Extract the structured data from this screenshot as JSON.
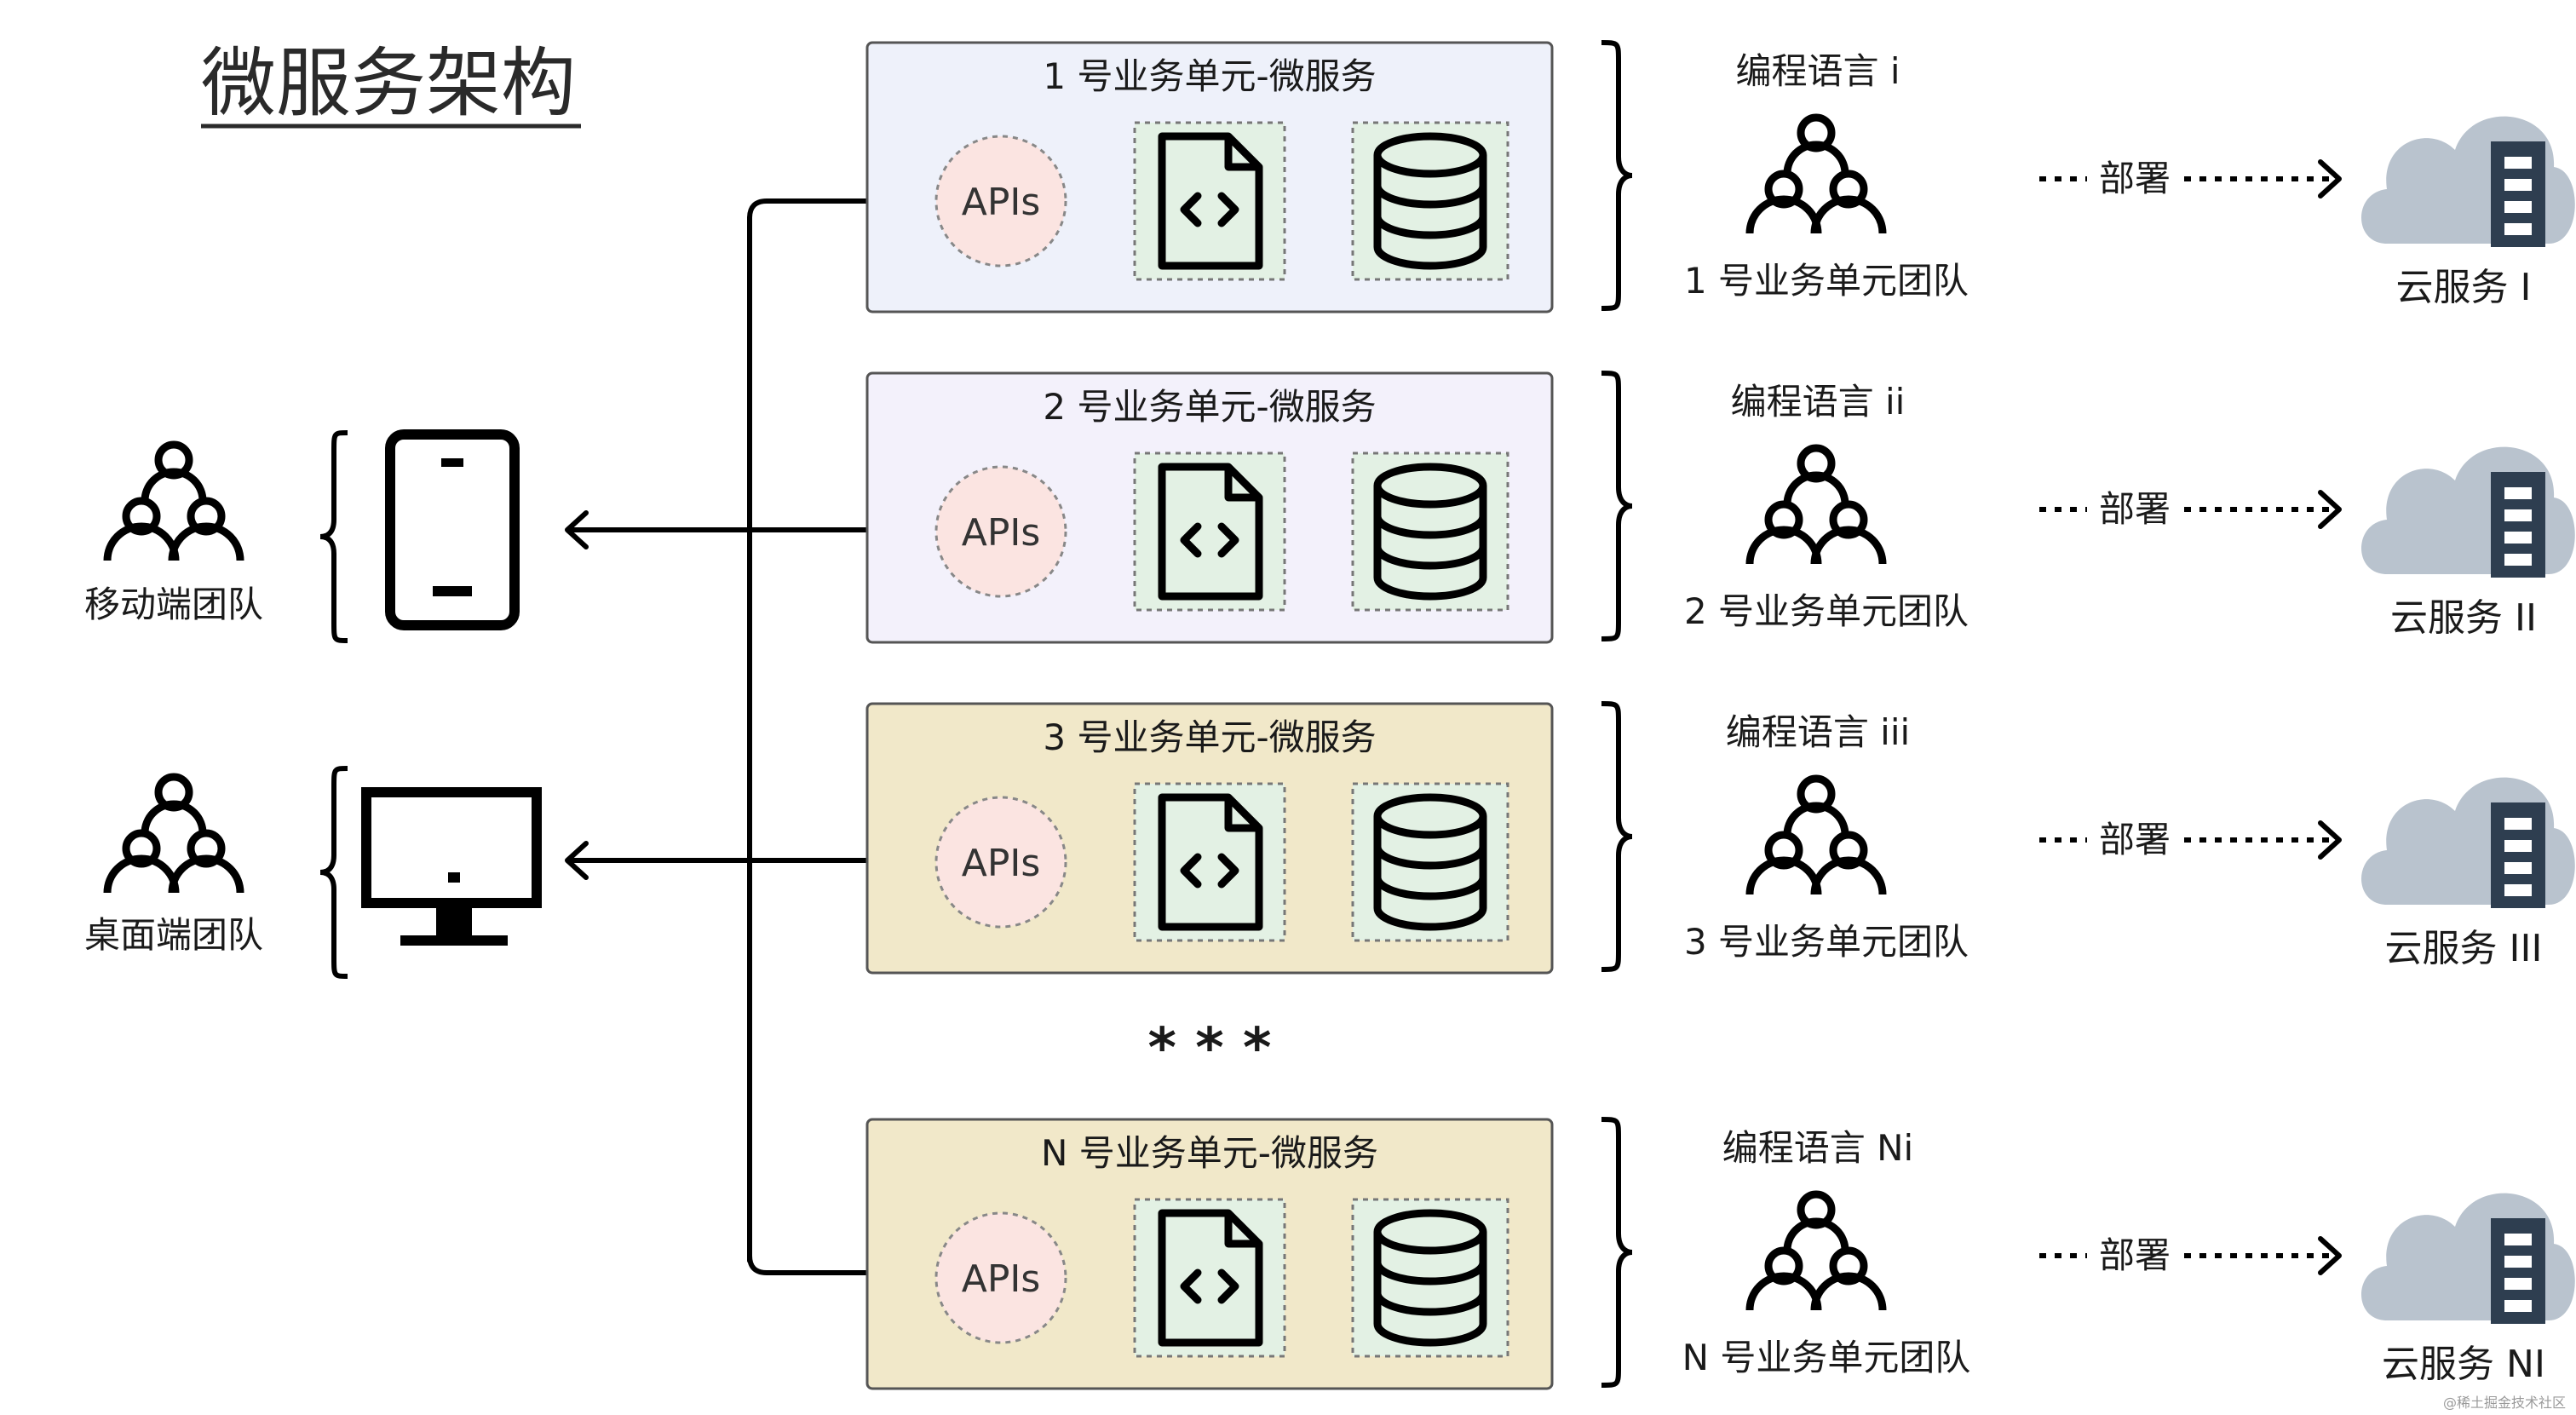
{
  "title": "微服务架构",
  "colors": {
    "line": "#000000",
    "box_border": "#555555",
    "box_bg_1": "#eef1fa",
    "box_bg_2": "#f3f1fb",
    "box_bg_3": "#f1e8c9",
    "box_bg_n": "#f1e8c9",
    "api_fill": "#fbe4e1",
    "api_stroke": "#888888",
    "tile_fill": "#e3f1e4",
    "tile_stroke": "#777777",
    "cloud": "#b9c3ce",
    "server": "#2e3e50"
  },
  "clients": [
    {
      "label": "移动端团队",
      "device_icon": "phone-icon"
    },
    {
      "label": "桌面端团队",
      "device_icon": "monitor-icon"
    }
  ],
  "services": [
    {
      "title": "1 号业务单元-微服务",
      "api_label": "APIs",
      "language": "编程语言 i",
      "team": "1 号业务单元团队",
      "deploy_label": "部署",
      "cloud_label": "云服务 I"
    },
    {
      "title": "2 号业务单元-微服务",
      "api_label": "APIs",
      "language": "编程语言 ii",
      "team": "2 号业务单元团队",
      "deploy_label": "部署",
      "cloud_label": "云服务 II"
    },
    {
      "title": "3 号业务单元-微服务",
      "api_label": "APIs",
      "language": "编程语言 iii",
      "team": "3 号业务单元团队",
      "deploy_label": "部署",
      "cloud_label": "云服务 III"
    },
    {
      "title": "N 号业务单元-微服务",
      "api_label": "APIs",
      "language": "编程语言 Ni",
      "team": "N 号业务单元团队",
      "deploy_label": "部署",
      "cloud_label": "云服务 NI"
    }
  ],
  "ellipsis": "* * *",
  "watermark": "@稀土掘金技术社区"
}
